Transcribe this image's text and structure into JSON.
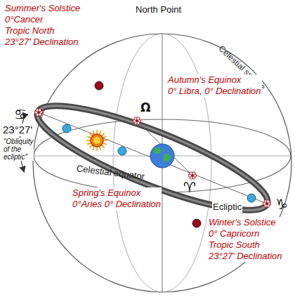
{
  "diagram": {
    "labels": [
      "North Point",
      "Celestial sphere",
      "Summer's Solstice 0°Cancer Tropic North 23°27' Declination",
      "♋",
      "Autumn's Equinox 0° Libra, 0° Declination",
      "Ω",
      "23°27'",
      "\"Obliquity of the ecliptic\"",
      "Celestial equator",
      "Spring's Equinox 0°Aries 0° Declination",
      "♈",
      "Ecliptic",
      "♑",
      "Winter's Solstice 0° Capricorn Tropic South 23°27' Declination"
    ]
  }
}
